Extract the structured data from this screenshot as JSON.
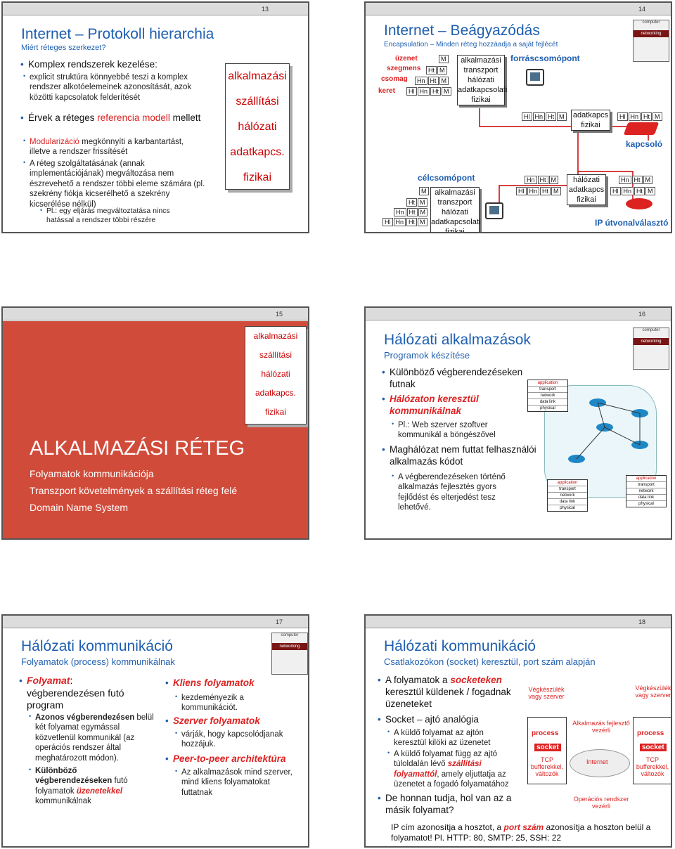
{
  "s13": {
    "num": "13",
    "title": "Internet – Protokoll hierarchia",
    "subtitle": "Miért réteges szerkezet?",
    "b1": "Komplex rendszerek kezelése:",
    "b1a": "explicit struktúra könnyebbé teszi a komplex rendszer alkotóelemeinek azonosítását, azok közötti kapcsolatok felderítését",
    "b2pre": "Érvek a réteges ",
    "b2red": "referencia modell",
    "b2post": " mellett",
    "b2a_red": "Modularizáció",
    "b2a": " megkönnyíti a karbantartást, illetve a rendszer frissítését",
    "b2b": "A réteg szolgáltatásának (annak implementációjának) megváltozása nem észrevehető a rendszer többi eleme számára (pl. szekrény fiókja kicserélhető a szekrény kicserélése nélkül)",
    "b2c": "Pl.: egy eljárás megváltoztatása nincs hatással a rendszer többi részére",
    "stack": [
      "alkalmazási",
      "szállítási",
      "hálózati",
      "adatkapcs.",
      "fizikai"
    ]
  },
  "s14": {
    "num": "14",
    "title": "Internet – Beágyazódás",
    "subtitle": "Encapsulation – Minden réteg hozzáadja a saját fejlécét",
    "lbl": [
      "üzenet",
      "szegmens",
      "csomag",
      "keret"
    ],
    "src": "forráscsomópont",
    "dst": "célcsomópont",
    "switch": "kapcsoló",
    "router": "IP útvonalválasztó",
    "layers5": [
      "alkalmazási",
      "transzport",
      "hálózati",
      "adatkapcsolati",
      "fizikai"
    ],
    "layers2": [
      "adatkapcs",
      "fizikai"
    ],
    "layers3": [
      "hálózati",
      "adatkapcs",
      "fizikai"
    ],
    "M": "M",
    "Ht": "Ht",
    "Hn": "Hn",
    "Hl": "Hl"
  },
  "s15": {
    "num": "15",
    "title": "ALKALMAZÁSI RÉTEG",
    "l1": "Folyamatok kommunikációja",
    "l2": "Transzport követelmények a szállítási réteg felé",
    "l3": "Domain Name System",
    "stack": [
      "alkalmazási",
      "szállítási",
      "hálózati",
      "adatkapcs.",
      "fizikai"
    ]
  },
  "s16": {
    "num": "16",
    "title": "Hálózati alkalmazások",
    "subtitle": "Programok készítése",
    "b1": "Különböző végberendezéseken futnak",
    "b2": "Hálózaton keresztül kommunikálnak",
    "b2a": "Pl.: Web szerver szoftver kommunikál a böngészővel",
    "b3": "Maghálózat nem futtat felhasználói alkalmazás kódot",
    "b3a": "A végberendezéseken történő alkalmazás fejlesztés gyors fejlődést és elterjedést tesz lehetővé.",
    "mini": [
      "application",
      "transport",
      "network",
      "data link",
      "physical"
    ]
  },
  "s17": {
    "num": "17",
    "title": "Hálózati kommunikáció",
    "subtitle": "Folyamatok (process) kommunikálnak",
    "c1t": "Folyamat",
    "c1": ": végberendezésen futó program",
    "c1a_b": "Azonos végberendezésen",
    "c1a": " belül két folyamat egymással közvetlenül kommunikál (az operációs rendszer által meghatározott módon).",
    "c1b_b": "Különböző végberendezéseken",
    "c1b": " futó folyamatok ",
    "c1b_r": "üzenetekkel",
    "c1b2": " kommunikálnak",
    "c2t": "Kliens folyamatok",
    "c2": "kezdeményezik a kommunikációt.",
    "c3t": "Szerver folyamatok",
    "c3": "várják, hogy kapcsolódjanak hozzájuk.",
    "c4t": "Peer-to-peer architektúra",
    "c4": "Az alkalmazások mind szerver, mind kliens folyamatokat futtatnak"
  },
  "s18": {
    "num": "18",
    "title": "Hálózati kommunikáció",
    "subtitle": "Csatlakozókon (socket) keresztül, port szám alapján",
    "b1pre": "A folyamatok a ",
    "b1red": "socketeken",
    "b1post": " keresztül küldenek / fogadnak üzeneteket",
    "b2": "Socket – ajtó analógia",
    "b2a": "A küldő folyamat az ajtón keresztül kilöki az üzenetet",
    "b2b_pre": "A küldő folyamat függ az ajtó túloldalán lévő ",
    "b2b_r": "szállítási folyamattól",
    "b2b_post": ", amely eljuttatja az üzenetet a fogadó folyamatához",
    "b3": "De honnan tudja, hol van az a másik folyamat?",
    "foot_pre": "IP cím azonosítja a hosztot, a ",
    "foot_red": "port szám",
    "foot_post": " azonosítja a hoszton belül a folyamatot! Pl. HTTP: 80, SMTP: 25, SSH: 22",
    "host": "Végkészülék vagy szerver",
    "proc": "process",
    "sock": "socket",
    "tcp": "TCP bufferekkel, változók",
    "app": "Alkalmazás fejlesztő vezérli",
    "inet": "Internet",
    "os": "Operációs rendszer vezérli"
  },
  "cover": {
    "a": "computer",
    "b": "networking"
  }
}
